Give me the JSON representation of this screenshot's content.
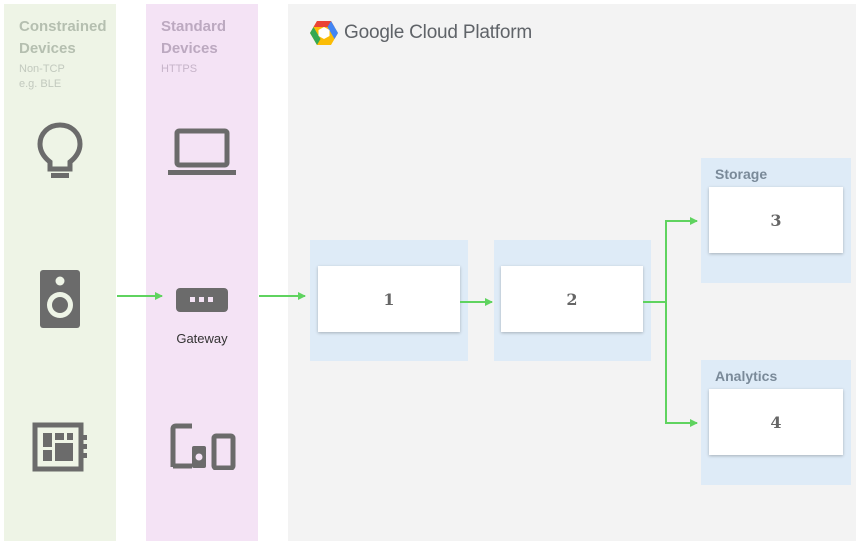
{
  "columns": {
    "constrained": {
      "title_line1": "Constrained",
      "title_line2": "Devices",
      "sub_line1": "Non-TCP",
      "sub_line2": "e.g. BLE"
    },
    "standard": {
      "title_line1": "Standard",
      "title_line2": "Devices",
      "sub_line1": "HTTPS"
    },
    "gcp": {
      "title": "Google Cloud Platform"
    }
  },
  "gateway": {
    "label": "Gateway"
  },
  "stages": [
    {
      "label": "1"
    },
    {
      "label": "2"
    },
    {
      "label": "3",
      "zone": "Storage"
    },
    {
      "label": "4",
      "zone": "Analytics"
    }
  ],
  "icons": {
    "constrained": [
      "lightbulb-icon",
      "speaker-icon",
      "circuit-board-icon"
    ],
    "standard": [
      "laptop-icon",
      "gateway-device-icon",
      "devices-icon"
    ]
  },
  "colors": {
    "constrained_bg": "#eef4e6",
    "standard_bg": "#f4e3f5",
    "gcp_bg": "#f3f3f3",
    "zone_bg": "#deebf7",
    "arrow": "#5fd35f",
    "icon": "#6b6b6b"
  }
}
